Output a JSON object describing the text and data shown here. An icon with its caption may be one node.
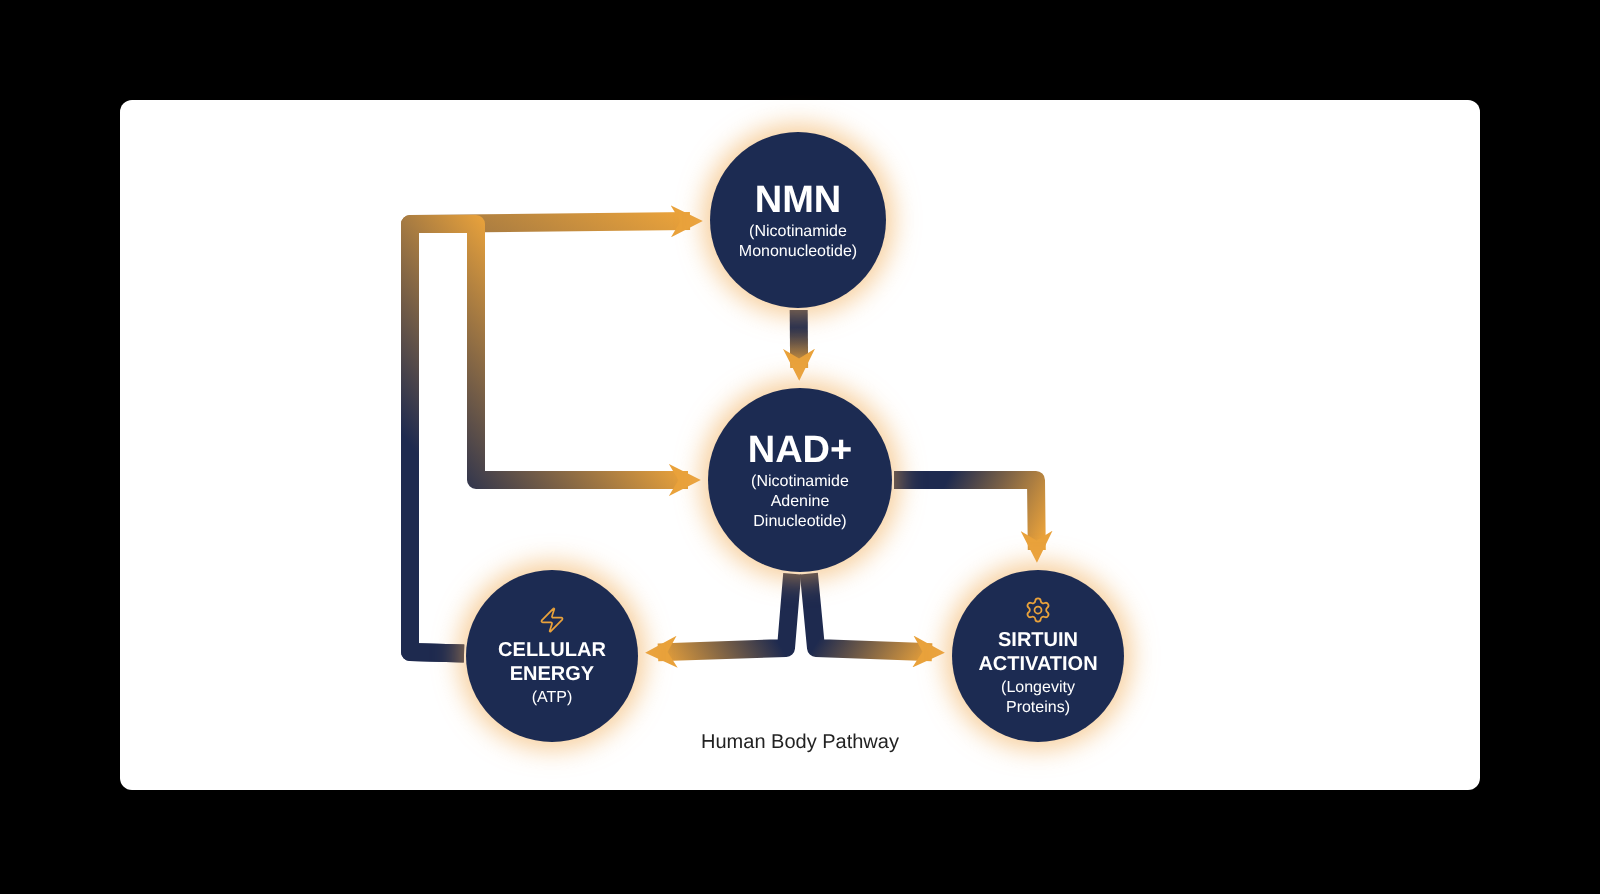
{
  "diagram": {
    "caption": "Human Body Pathway",
    "nodes": [
      {
        "text": [
          "NMN",
          "(Nicotinamide Mononucleotide)"
        ]
      },
      {
        "text": [
          "NAD+",
          "(Nicotinamide Adenine Dinucleotide)"
        ]
      },
      {
        "text": [
          "CELLULAR ENERGY",
          "(ATP)"
        ]
      },
      {
        "text": [
          "SIRTUIN ACTIVATION",
          "(Longevity Proteins)"
        ]
      }
    ],
    "edges": [
      {
        "from": 0,
        "to": 1,
        "arrow": "to"
      },
      {
        "from": 2,
        "to": 0,
        "arrow": "to"
      },
      {
        "from": 2,
        "to": 1,
        "arrow": "to"
      },
      {
        "from": 1,
        "to": 3,
        "arrow": "to"
      },
      {
        "from": 1,
        "to": 2,
        "arrow": "to"
      },
      {
        "from": 1,
        "to": 3,
        "arrow": "to"
      }
    ]
  }
}
